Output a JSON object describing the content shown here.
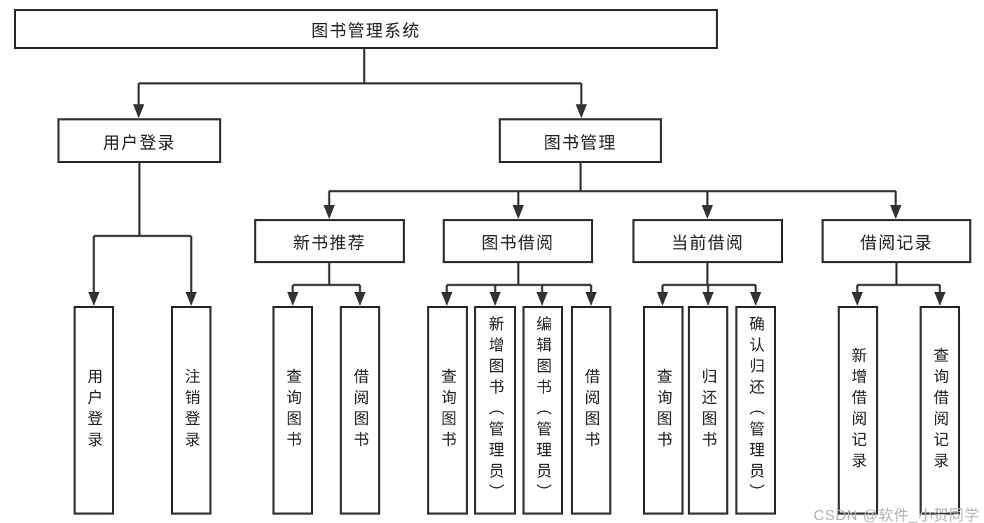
{
  "colors": {
    "line": "#333333",
    "box_border": "#333333",
    "text": "#222222",
    "watermark": "#b3b3b3"
  },
  "watermark": {
    "text": "CSDN @软件_小贺同学"
  },
  "tree": {
    "root": {
      "label": "图书管理系统",
      "children": [
        {
          "label": "用户登录",
          "children": [
            {
              "label": "用户登录"
            },
            {
              "label": "注销登录"
            }
          ]
        },
        {
          "label": "图书管理",
          "children": [
            {
              "label": "新书推荐",
              "children": [
                {
                  "label": "查询图书"
                },
                {
                  "label": "借阅图书"
                }
              ]
            },
            {
              "label": "图书借阅",
              "children": [
                {
                  "label": "查询图书"
                },
                {
                  "label": "新增图书（管理员）"
                },
                {
                  "label": "编辑图书（管理员）"
                },
                {
                  "label": "借阅图书"
                }
              ]
            },
            {
              "label": "当前借阅",
              "children": [
                {
                  "label": "查询图书"
                },
                {
                  "label": "归还图书"
                },
                {
                  "label": "确认归还（管理员）"
                }
              ]
            },
            {
              "label": "借阅记录",
              "children": [
                {
                  "label": "新增借阅记录"
                },
                {
                  "label": "查询借阅记录"
                }
              ]
            }
          ]
        }
      ]
    }
  }
}
